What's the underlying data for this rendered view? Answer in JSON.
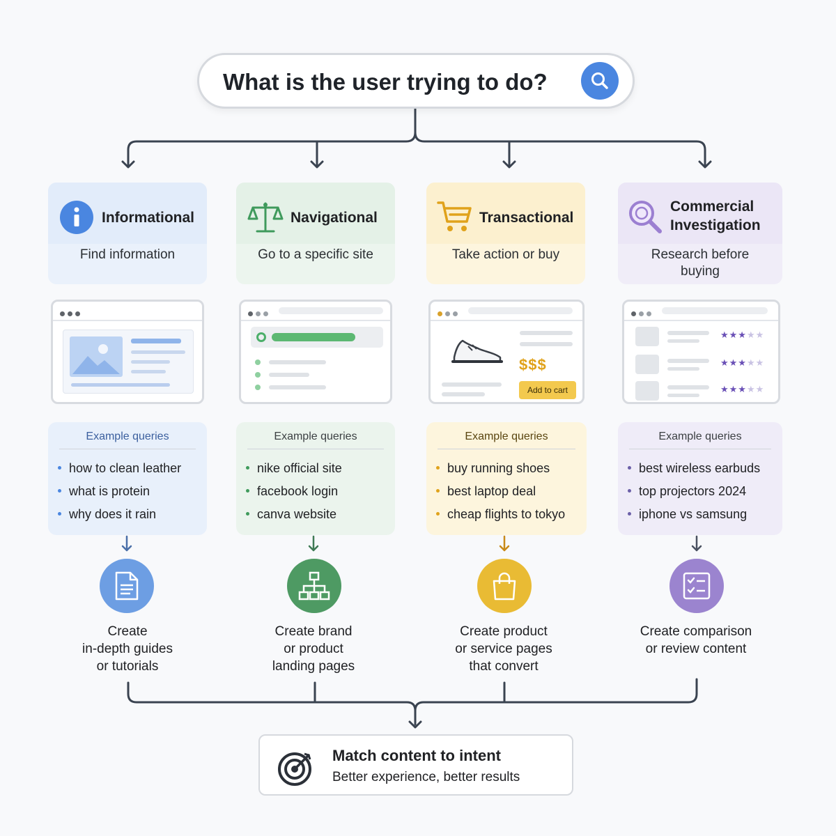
{
  "question": "What is the user trying to do?",
  "colors": {
    "blue": "#4a86e0",
    "green": "#3f9a5c",
    "yellow": "#e8b730",
    "purple": "#9b7fd1"
  },
  "intents": [
    {
      "id": "informational",
      "title": "Informational",
      "description": "Find information",
      "icon": "info-icon",
      "examples_title": "Example queries",
      "examples": [
        "how to clean leather",
        "what is protein",
        "why does it rain"
      ],
      "outcome_icon": "document-icon",
      "outcome_lines": [
        "Create",
        "in-depth guides",
        "or tutorials"
      ]
    },
    {
      "id": "navigational",
      "title": "Navigational",
      "description": "Go to a specific site",
      "icon": "scales-icon",
      "examples_title": "Example queries",
      "examples": [
        "nike official site",
        "facebook login",
        "canva website"
      ],
      "outcome_icon": "sitemap-icon",
      "outcome_lines": [
        "Create brand",
        "or product",
        "landing pages"
      ]
    },
    {
      "id": "transactional",
      "title": "Transactional",
      "description": "Take action or buy",
      "icon": "cart-icon",
      "examples_title": "Example queries",
      "examples": [
        "buy running shoes",
        "best laptop deal",
        "cheap flights to tokyo"
      ],
      "mock_price": "$$$",
      "mock_button": "Add to cart",
      "outcome_icon": "shopping-bag-icon",
      "outcome_lines": [
        "Create product",
        "or service pages",
        "that convert"
      ]
    },
    {
      "id": "commercial",
      "title_lines": [
        "Commercial",
        "Investigation"
      ],
      "description_lines": [
        "Research before",
        "buying"
      ],
      "icon": "magnifier-icon",
      "examples_title": "Example queries",
      "examples": [
        "best wireless earbuds",
        "top projectors 2024",
        "iphone vs samsung"
      ],
      "outcome_icon": "checklist-icon",
      "outcome_lines": [
        "Create comparison",
        "or review content"
      ]
    }
  ],
  "final": {
    "title": "Match content to intent",
    "subtitle": "Better experience, better results",
    "icon": "target-icon"
  }
}
